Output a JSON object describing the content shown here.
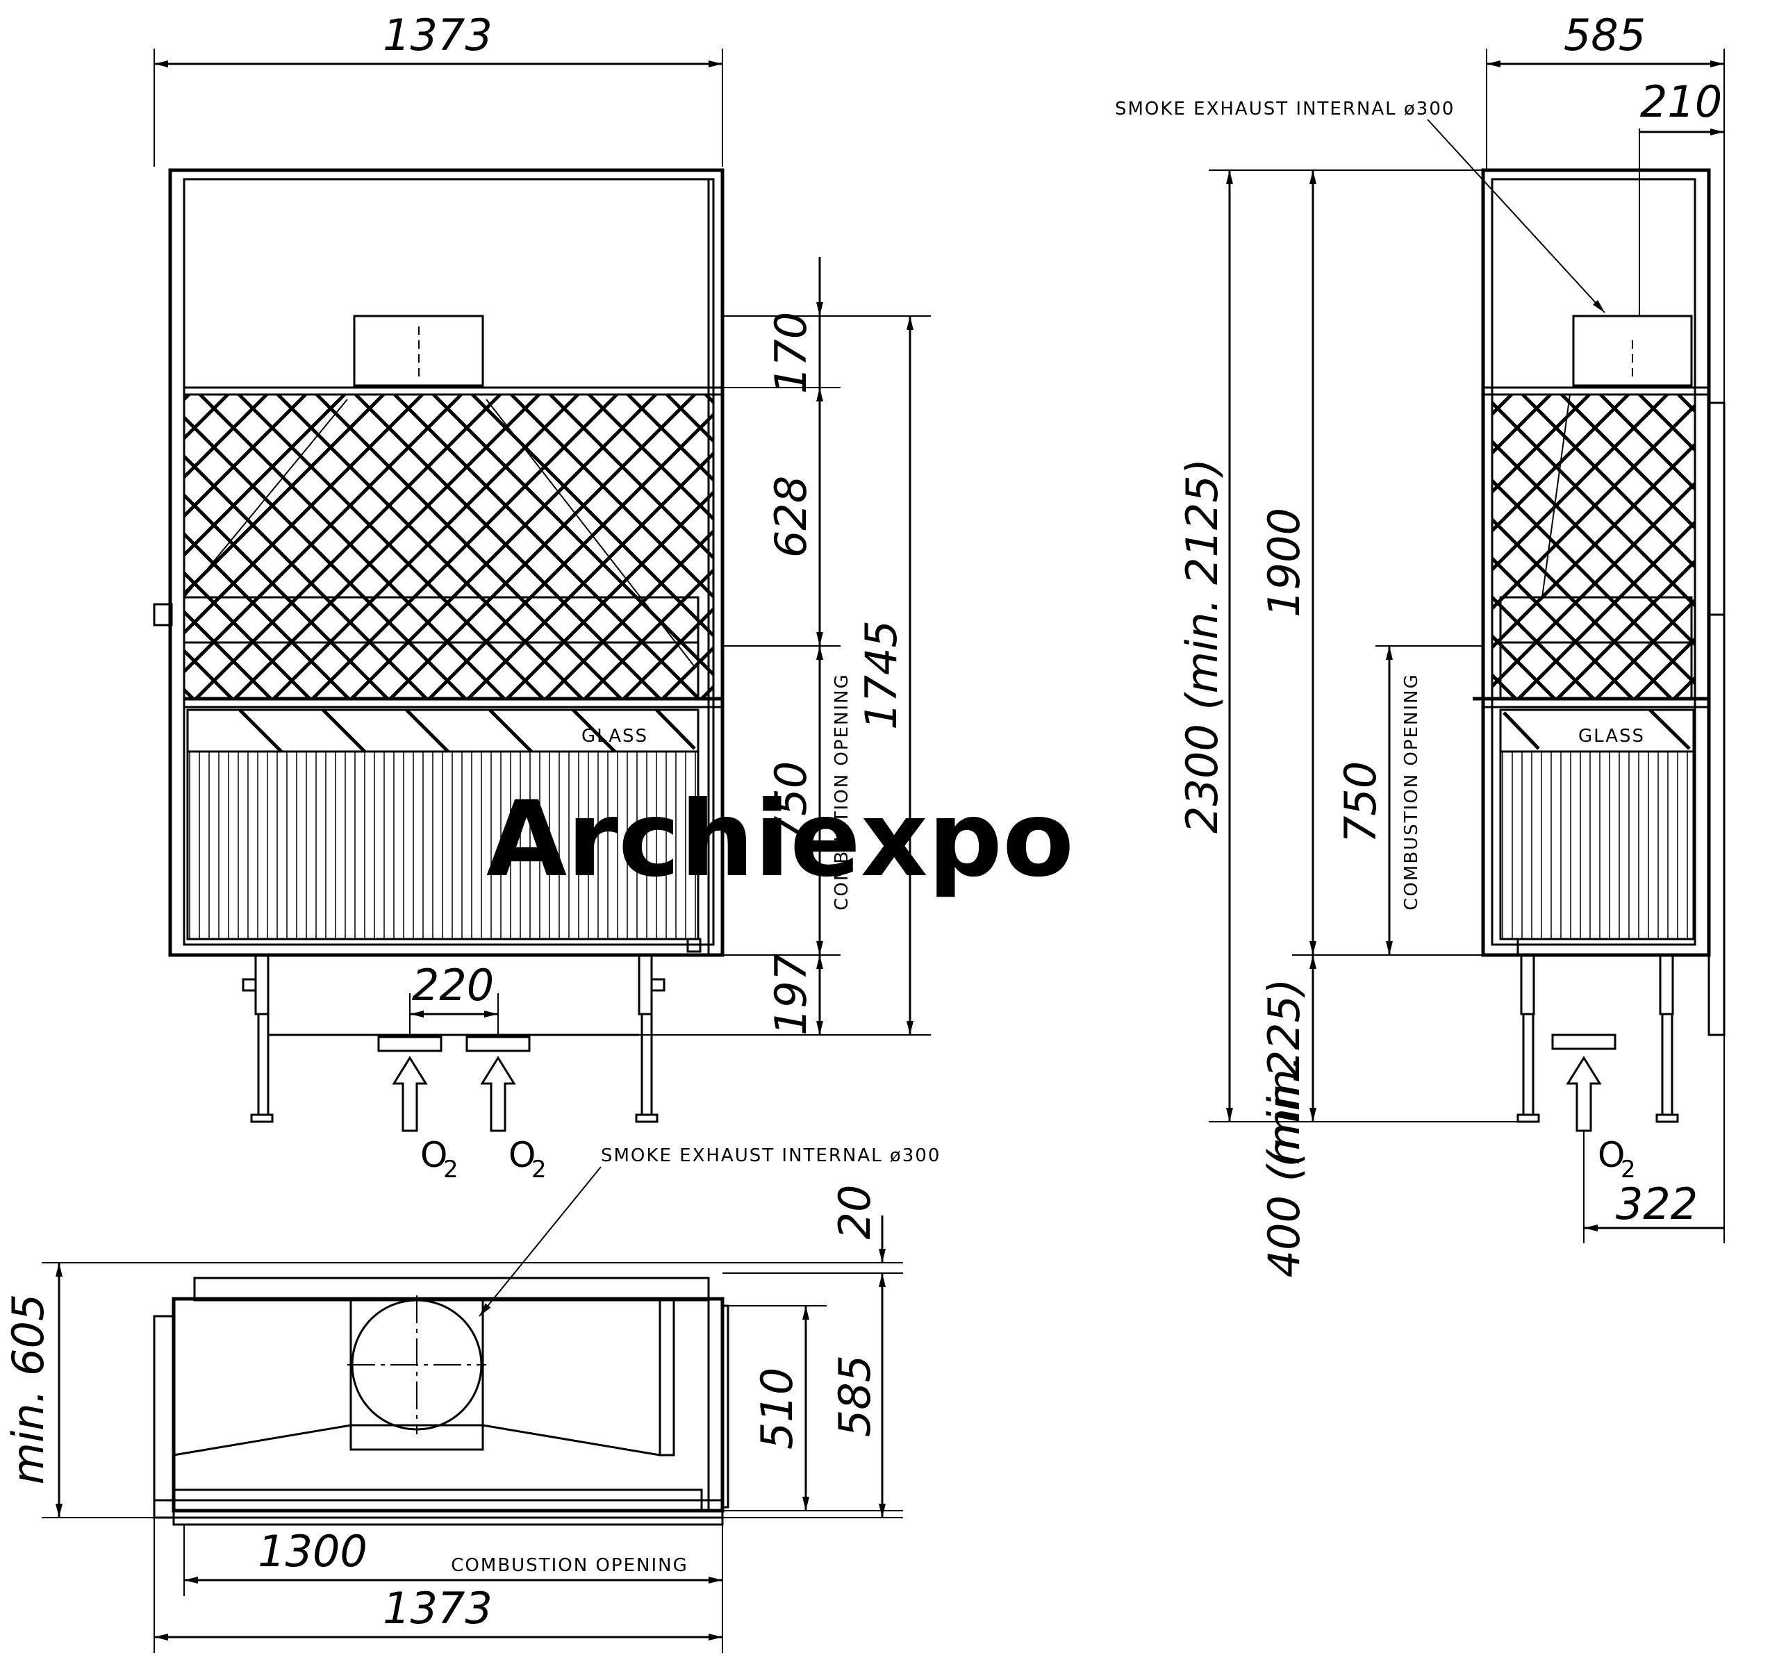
{
  "front_view": {
    "width_dim": "1373",
    "dims_right": [
      "170",
      "628",
      "750",
      "197"
    ],
    "overall_height": "1745",
    "combustion_opening": "COMBUSTION OPENING",
    "glass_label": "GLASS",
    "inlet_spacing": "220",
    "air_inlets": [
      "O",
      "O"
    ],
    "air_inlet_subscript": "2"
  },
  "side_view": {
    "depth_dim": "585",
    "offset_dim": "210",
    "smoke_exhaust_label": "SMOKE EXHAUST INTERNAL ø300",
    "room_height": "2300 (min. 2125)",
    "hood_height": "1900",
    "opening_height": "750",
    "combustion_opening": "COMBUSTION OPENING",
    "glass_label": "GLASS",
    "base_height": "225)",
    "base_min_prefix": "(min.",
    "floor_height": "400 (min.",
    "air_inlet": "O",
    "air_inlet_subscript": "2",
    "inlet_offset": "322"
  },
  "top_view": {
    "smoke_exhaust_label": "SMOKE EXHAUST INTERNAL ø300",
    "wall_gap": "20",
    "min_depth": "min. 605",
    "inner_depth": "510",
    "outer_depth": "585",
    "opening_width": "1300",
    "combustion_opening": "COMBUSTION OPENING",
    "overall_width": "1373"
  },
  "watermark": "Archiexpo"
}
